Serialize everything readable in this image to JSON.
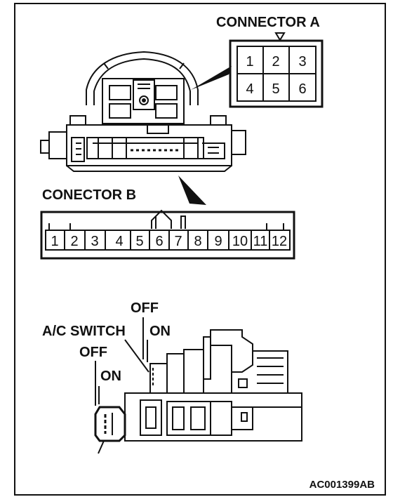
{
  "connector_a": {
    "title": "CONNECTOR A",
    "pins": [
      "1",
      "2",
      "3",
      "4",
      "5",
      "6"
    ]
  },
  "connector_b": {
    "title": "CONECTOR B",
    "pins": [
      "1",
      "2",
      "3",
      "4",
      "5",
      "6",
      "7",
      "8",
      "9",
      "10",
      "11",
      "12"
    ]
  },
  "switch": {
    "off_top": "OFF",
    "on_right": "ON",
    "ac_switch": "A/C SWITCH",
    "off_left": "OFF",
    "on_left": "ON"
  },
  "figure_id": "AC001399AB"
}
